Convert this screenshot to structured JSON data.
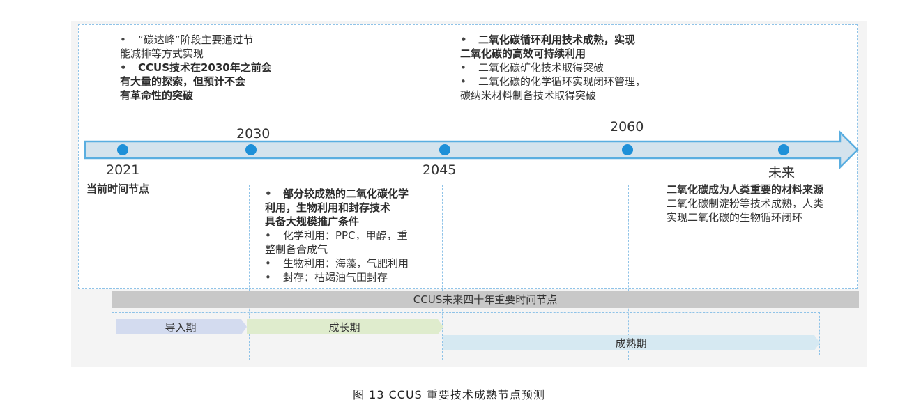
{
  "blocks": {
    "top_left": [
      {
        "text": "“碳达峰”阶段主要通过节",
        "bold": false,
        "bullet": true
      },
      {
        "text": "能减排等方式实现",
        "bold": false,
        "bullet": false
      },
      {
        "text": "CCUS技术在2030年之前会",
        "bold": true,
        "bullet": true
      },
      {
        "text": "有大量的探索，但预计不会",
        "bold": true,
        "bullet": false
      },
      {
        "text": "有革命性的突破",
        "bold": true,
        "bullet": false
      }
    ],
    "top_right": [
      {
        "text": "二氧化碳循环利用技术成熟，实现",
        "bold": true,
        "bullet": true
      },
      {
        "text": "二氧化碳的高效可持续利用",
        "bold": true,
        "bullet": false
      },
      {
        "text": "二氧化碳矿化技术取得突破",
        "bold": false,
        "bullet": true
      },
      {
        "text": "二氧化碳的化学循环实现闭环管理，",
        "bold": false,
        "bullet": true
      },
      {
        "text": "碳纳米材料制备技术取得突破",
        "bold": false,
        "bullet": false
      }
    ],
    "bottom_mid": [
      {
        "text": "部分较成熟的二氧化碳化学",
        "bold": true,
        "bullet": true
      },
      {
        "text": "利用，生物利用和封存技术",
        "bold": true,
        "bullet": false
      },
      {
        "text": "具备大规模推广条件",
        "bold": true,
        "bullet": false
      },
      {
        "text": "化学利用：PPC，甲醇，重",
        "bold": false,
        "bullet": true
      },
      {
        "text": "整制备合成气",
        "bold": false,
        "bullet": false
      },
      {
        "text": "生物利用：海藻，气肥利用",
        "bold": false,
        "bullet": true
      },
      {
        "text": "封存：枯竭油气田封存",
        "bold": false,
        "bullet": true
      }
    ],
    "future": {
      "title": "二氧化碳成为人类重要的材料来源",
      "line1": "二氧化碳制淀粉等技术成熟，人类",
      "line2": "实现二氧化碳的生物循环闭环"
    }
  },
  "timeline": {
    "arrow_color": "#d4e3ed",
    "arrow_edge": "#5aaee0",
    "dot_color": "#1e90d8",
    "nodes": [
      {
        "label": "2021",
        "position": "below",
        "sub": "当前时间节点"
      },
      {
        "label": "2030",
        "position": "above",
        "sub": ""
      },
      {
        "label": "2045",
        "position": "below",
        "sub": ""
      },
      {
        "label": "2060",
        "position": "above",
        "sub": ""
      },
      {
        "label": "未来",
        "position": "below",
        "sub": ""
      }
    ]
  },
  "summary_bar": "CCUS未来四十年重要时间节点",
  "phases": [
    {
      "label": "导入期",
      "color": "#d3dbef"
    },
    {
      "label": "成长期",
      "color": "#dfeccd"
    },
    {
      "label": "成熟期",
      "color": "#d6e9f2"
    }
  ],
  "caption": "图 13  CCUS 重要技术成熟节点预测"
}
